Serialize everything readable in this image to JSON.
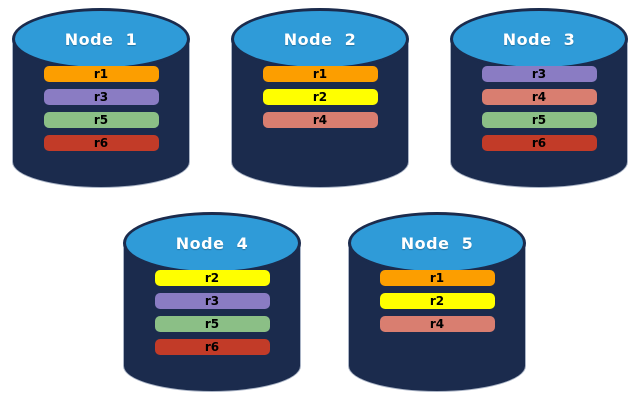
{
  "diagram": {
    "background_color": "#ffffff",
    "cylinder_body_color": "#1b2b4d",
    "cylinder_top_color": "#2f9bd8",
    "node_label_color": "#ffffff",
    "replica_label_color": "#000000",
    "replica_colors": {
      "r1": "#fc9e00",
      "r2": "#ffff00",
      "r3": "#8a7cc3",
      "r4": "#d97e70",
      "r5": "#8bbf86",
      "r6": "#c23b28"
    },
    "nodes": [
      {
        "label": "Node  1",
        "replicas": [
          "r1",
          "r3",
          "r5",
          "r6"
        ]
      },
      {
        "label": "Node  2",
        "replicas": [
          "r1",
          "r2",
          "r4"
        ]
      },
      {
        "label": "Node  3",
        "replicas": [
          "r3",
          "r4",
          "r5",
          "r6"
        ]
      },
      {
        "label": "Node  4",
        "replicas": [
          "r2",
          "r3",
          "r5",
          "r6"
        ]
      },
      {
        "label": "Node  5",
        "replicas": [
          "r1",
          "r2",
          "r4"
        ]
      }
    ]
  }
}
